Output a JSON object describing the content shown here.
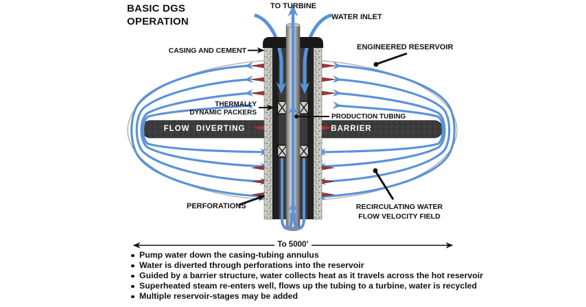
{
  "title": {
    "line1": "BASIC DGS",
    "line2": "OPERATION"
  },
  "labels": {
    "to_turbine": "TO TURBINE",
    "water_inlet": "WATER INLET",
    "casing_cement": "CASING AND CEMENT",
    "engineered_reservoir": "ENGINEERED RESERVOIR",
    "packers_line1": "THERMALLY",
    "packers_line2": "DYNAMIC PACKERS",
    "production_tubing": "PRODUCTION TUBING",
    "flow_diverting": "FLOW DIVERTING",
    "barrier": "BARRIER",
    "perforations": "PERFORATIONS",
    "recirc_line1": "RECIRCULATING WATER",
    "recirc_line2": "FLOW VELOCITY FIELD",
    "depth": "To 5000’"
  },
  "bullets": [
    "Pump water down the casing-tubing annulus",
    "Water is diverted through perforations into the reservoir",
    "Guided by a barrier structure, water collects heat as it travels across the hot reservoir",
    "Superheated steam re-enters well, flows up the tubing to a turbine, water is recycled",
    "Multiple reservoir-stages may be added"
  ],
  "colors": {
    "flow_blue": "#5b92d8",
    "perforation_red": "#9c3838",
    "barrier_dark": "#3b3b3b",
    "leader_black": "#111111",
    "reservoir_outline": "#a9a9a3"
  }
}
